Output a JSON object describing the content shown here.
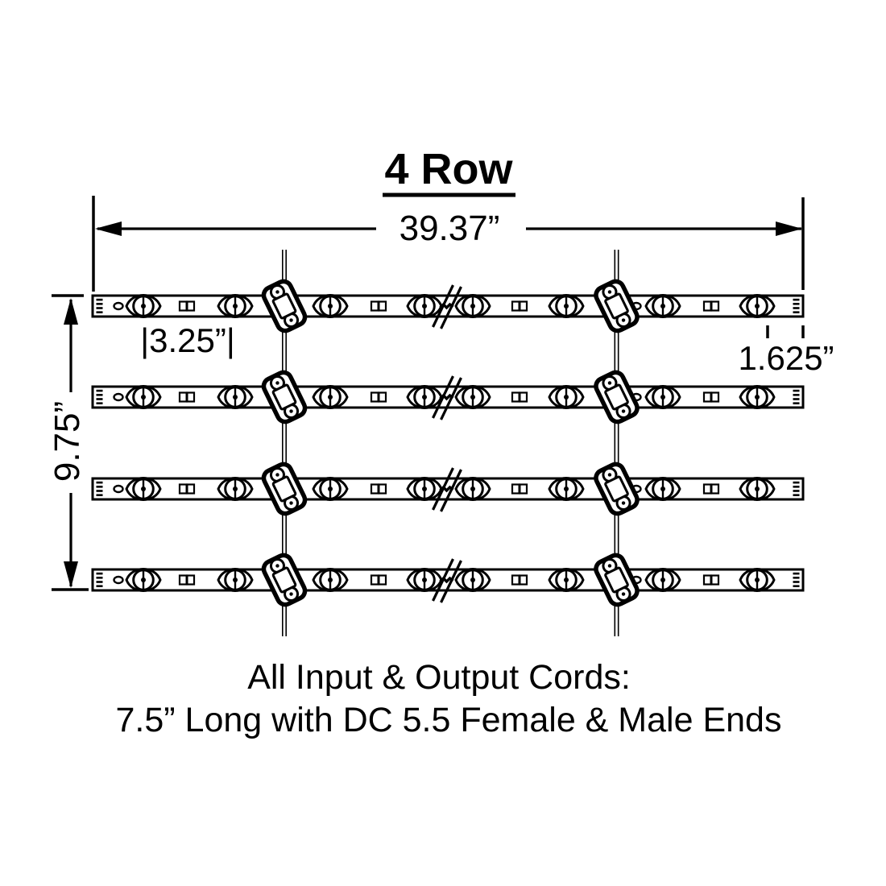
{
  "title": "4 Row",
  "dimensions": {
    "total_width": "39.37”",
    "total_height": "9.75”",
    "led_spacing": "|3.25”|",
    "end_spacing": "1.625”"
  },
  "note": {
    "line1": "All Input & Output Cords:",
    "line2": "7.5” Long with DC 5.5 Female & Male Ends"
  },
  "diagram": {
    "row_count": 4,
    "leds_visible_per_row": 8,
    "connectors_per_row": 2,
    "colors": {
      "line": "#000000",
      "background": "#ffffff"
    },
    "icons": {
      "led": "led-lens-icon",
      "resistor": "resistor-icon",
      "solder_pads": "solder-pads-icon",
      "mounting_hole": "mounting-hole-icon",
      "connector": "dc-connector-icon",
      "length_break": "break-mark-icon",
      "cord": "cord-wire",
      "arrow": "dimension-arrow-icon"
    }
  }
}
